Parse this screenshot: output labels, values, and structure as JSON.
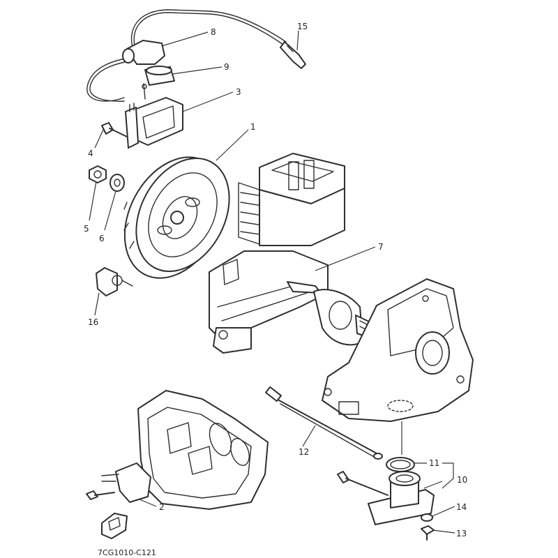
{
  "callouts": {
    "c1": "1",
    "c2": "2",
    "c3": "3",
    "c4": "4",
    "c5": "5",
    "c6": "6",
    "c7": "7",
    "c8": "8",
    "c9": "9",
    "c10": "10",
    "c11": "11",
    "c12": "12",
    "c13": "13",
    "c14": "14",
    "c15": "15",
    "c16": "16"
  },
  "footer": {
    "diagram_code": "7CG1010-C121"
  },
  "colors": {
    "line": "#2e2e2e",
    "background": "#ffffff"
  }
}
